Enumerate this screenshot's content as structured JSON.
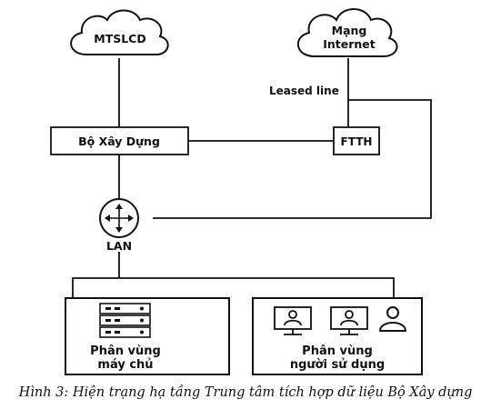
{
  "nodes": {
    "mtslcd": "MTSLCD",
    "internet_line1": "Mạng",
    "internet_line2": "Internet",
    "leased_line": "Leased line",
    "bxd": "Bộ Xây Dựng",
    "ftth": "FTTH",
    "lan": "LAN",
    "server_zone_line1": "Phân vùng",
    "server_zone_line2": "máy chủ",
    "user_zone_line1": "Phân vùng",
    "user_zone_line2": "người sử dụng"
  },
  "icons": {
    "cloud": "cloud-icon",
    "router": "router-icon",
    "server": "server-rack-icon",
    "workstation": "user-monitor-icon",
    "user": "user-icon"
  },
  "caption": "Hình  3: Hiện trạng hạ tầng Trung tâm tích hợp dữ liệu Bộ Xây dựng"
}
